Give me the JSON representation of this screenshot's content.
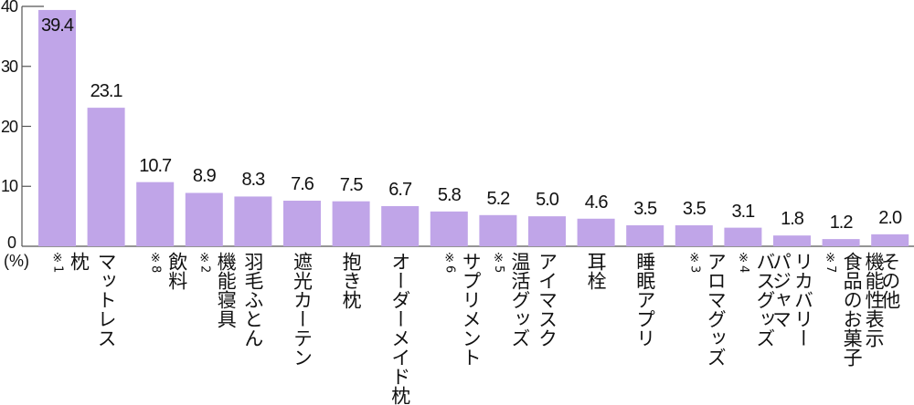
{
  "chart_data": {
    "type": "bar",
    "title": "",
    "xlabel": "",
    "ylabel": "(%)",
    "ylim": [
      0,
      40
    ],
    "yticks": [
      "0",
      "10",
      "20",
      "30",
      "40"
    ],
    "bar_color": "#c0a5e8",
    "categories": [
      {
        "label": "枕",
        "note": "※1"
      },
      {
        "label": "マットレス",
        "note": ""
      },
      {
        "label": "飲料",
        "note": "※8"
      },
      {
        "label": "機能寝具",
        "note": "※2"
      },
      {
        "label": "羽毛ふとん",
        "note": ""
      },
      {
        "label": "遮光カーテン",
        "note": ""
      },
      {
        "label": "抱き枕",
        "note": ""
      },
      {
        "label": "オーダーメイド枕",
        "note": ""
      },
      {
        "label": "サプリメント",
        "note": "※6"
      },
      {
        "label": "温活グッズ",
        "note": "※5"
      },
      {
        "label": "アイマスク",
        "note": ""
      },
      {
        "label": "耳栓",
        "note": ""
      },
      {
        "label": "睡眠アプリ",
        "note": ""
      },
      {
        "label": "アロマグッズ",
        "note": "※3"
      },
      {
        "label": "バスグッズ",
        "note": "※4"
      },
      {
        "label": "リカバリー\nパジャマ",
        "note": ""
      },
      {
        "label": "機能性表示\n食品のお菓子",
        "note": "※7"
      },
      {
        "label": "その他",
        "note": ""
      }
    ],
    "values": [
      39.4,
      23.1,
      10.7,
      8.9,
      8.3,
      7.6,
      7.5,
      6.7,
      5.8,
      5.2,
      5.0,
      4.6,
      3.5,
      3.5,
      3.1,
      1.8,
      1.2,
      2.0
    ],
    "value_labels": [
      "39.4",
      "23.1",
      "10.7",
      "8.9",
      "8.3",
      "7.6",
      "7.5",
      "6.7",
      "5.8",
      "5.2",
      "5.0",
      "4.6",
      "3.5",
      "3.5",
      "3.1",
      "1.8",
      "1.2",
      "2.0"
    ]
  }
}
